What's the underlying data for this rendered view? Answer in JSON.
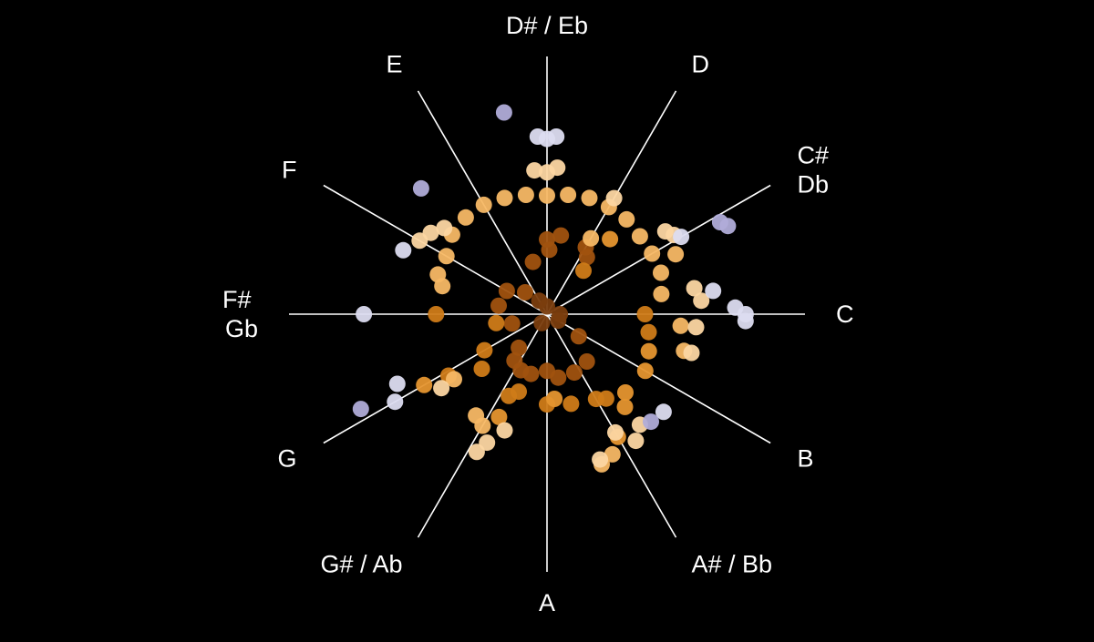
{
  "chart_data": {
    "type": "scatter",
    "polar": true,
    "title": "",
    "axis_labels": [
      {
        "lines": [
          "D# / Eb"
        ]
      },
      {
        "lines": [
          "D"
        ]
      },
      {
        "lines": [
          "C#",
          "Db"
        ]
      },
      {
        "lines": [
          "C"
        ]
      },
      {
        "lines": [
          "B"
        ]
      },
      {
        "lines": [
          "A# / Bb"
        ]
      },
      {
        "lines": [
          "A"
        ]
      },
      {
        "lines": [
          "G# / Ab"
        ]
      },
      {
        "lines": [
          "G"
        ]
      },
      {
        "lines": [
          "F# ",
          "Gb"
        ]
      },
      {
        "lines": [
          "F"
        ]
      },
      {
        "lines": [
          "E"
        ]
      }
    ],
    "axis_angles_deg": [
      0,
      30,
      60,
      90,
      120,
      150,
      180,
      210,
      240,
      270,
      300,
      330
    ],
    "radial_range": [
      0,
      1
    ],
    "grid": false,
    "colors": {
      "background": "#000000",
      "spoke": "#ffffff",
      "label": "#ffffff",
      "shades": [
        "#7a3d0e",
        "#a0520f",
        "#cf7b18",
        "#e5952f",
        "#f7b865",
        "#fcd6a2",
        "#dcdcf0",
        "#b0acd8"
      ]
    },
    "notes": [
      {
        "angle": 0,
        "r": 0.03,
        "shade": 0
      },
      {
        "angle": 90,
        "r": 0.05,
        "shade": 0
      },
      {
        "angle": 210,
        "r": 0.04,
        "shade": 0
      },
      {
        "angle": 330,
        "r": 0.06,
        "shade": 0
      },
      {
        "angle": 120,
        "r": 0.05,
        "shade": 0
      },
      {
        "angle": 0,
        "r": 0.29,
        "shade": 1
      },
      {
        "angle": 2,
        "r": 0.25,
        "shade": 1
      },
      {
        "angle": 10,
        "r": 0.31,
        "shade": 1
      },
      {
        "angle": 345,
        "r": 0.21,
        "shade": 1
      },
      {
        "angle": 315,
        "r": 0.12,
        "shade": 1
      },
      {
        "angle": 300,
        "r": 0.18,
        "shade": 1
      },
      {
        "angle": 280,
        "r": 0.19,
        "shade": 1
      },
      {
        "angle": 255,
        "r": 0.14,
        "shade": 1
      },
      {
        "angle": 220,
        "r": 0.17,
        "shade": 1
      },
      {
        "angle": 215,
        "r": 0.22,
        "shade": 1
      },
      {
        "angle": 205,
        "r": 0.24,
        "shade": 1
      },
      {
        "angle": 195,
        "r": 0.24,
        "shade": 1
      },
      {
        "angle": 180,
        "r": 0.22,
        "shade": 1
      },
      {
        "angle": 170,
        "r": 0.25,
        "shade": 1
      },
      {
        "angle": 155,
        "r": 0.25,
        "shade": 1
      },
      {
        "angle": 140,
        "r": 0.24,
        "shade": 1
      },
      {
        "angle": 30,
        "r": 0.3,
        "shade": 1
      },
      {
        "angle": 35,
        "r": 0.27,
        "shade": 1
      },
      {
        "angle": 125,
        "r": 0.15,
        "shade": 1
      },
      {
        "angle": 240,
        "r": 0.28,
        "shade": 2
      },
      {
        "angle": 238,
        "r": 0.45,
        "shade": 2
      },
      {
        "angle": 270,
        "r": 0.43,
        "shade": 2
      },
      {
        "angle": 205,
        "r": 0.35,
        "shade": 2
      },
      {
        "angle": 200,
        "r": 0.32,
        "shade": 2
      },
      {
        "angle": 165,
        "r": 0.36,
        "shade": 2
      },
      {
        "angle": 150,
        "r": 0.38,
        "shade": 2
      },
      {
        "angle": 145,
        "r": 0.4,
        "shade": 2
      },
      {
        "angle": 90,
        "r": 0.38,
        "shade": 2
      },
      {
        "angle": 100,
        "r": 0.4,
        "shade": 2
      },
      {
        "angle": 180,
        "r": 0.35,
        "shade": 2
      },
      {
        "angle": 230,
        "r": 0.33,
        "shade": 2
      },
      {
        "angle": 260,
        "r": 0.2,
        "shade": 2
      },
      {
        "angle": 40,
        "r": 0.22,
        "shade": 2
      },
      {
        "angle": 110,
        "r": 0.42,
        "shade": 3
      },
      {
        "angle": 120,
        "r": 0.44,
        "shade": 3
      },
      {
        "angle": 135,
        "r": 0.43,
        "shade": 3
      },
      {
        "angle": 140,
        "r": 0.47,
        "shade": 3
      },
      {
        "angle": 150,
        "r": 0.55,
        "shade": 3
      },
      {
        "angle": 175,
        "r": 0.33,
        "shade": 3
      },
      {
        "angle": 205,
        "r": 0.44,
        "shade": 3
      },
      {
        "angle": 240,
        "r": 0.55,
        "shade": 3
      },
      {
        "angle": 40,
        "r": 0.38,
        "shade": 3
      },
      {
        "angle": 300,
        "r": 0.45,
        "shade": 4
      },
      {
        "angle": 310,
        "r": 0.48,
        "shade": 4
      },
      {
        "angle": 320,
        "r": 0.49,
        "shade": 4
      },
      {
        "angle": 330,
        "r": 0.49,
        "shade": 4
      },
      {
        "angle": 340,
        "r": 0.48,
        "shade": 4
      },
      {
        "angle": 350,
        "r": 0.47,
        "shade": 4
      },
      {
        "angle": 0,
        "r": 0.46,
        "shade": 4
      },
      {
        "angle": 10,
        "r": 0.47,
        "shade": 4
      },
      {
        "angle": 20,
        "r": 0.48,
        "shade": 4
      },
      {
        "angle": 30,
        "r": 0.48,
        "shade": 4
      },
      {
        "angle": 40,
        "r": 0.48,
        "shade": 4
      },
      {
        "angle": 50,
        "r": 0.47,
        "shade": 4
      },
      {
        "angle": 60,
        "r": 0.47,
        "shade": 4
      },
      {
        "angle": 70,
        "r": 0.47,
        "shade": 4
      },
      {
        "angle": 80,
        "r": 0.45,
        "shade": 4
      },
      {
        "angle": 95,
        "r": 0.52,
        "shade": 4
      },
      {
        "angle": 105,
        "r": 0.55,
        "shade": 4
      },
      {
        "angle": 155,
        "r": 0.6,
        "shade": 4
      },
      {
        "angle": 160,
        "r": 0.62,
        "shade": 4
      },
      {
        "angle": 210,
        "r": 0.5,
        "shade": 4
      },
      {
        "angle": 215,
        "r": 0.48,
        "shade": 4
      },
      {
        "angle": 235,
        "r": 0.44,
        "shade": 4
      },
      {
        "angle": 290,
        "r": 0.45,
        "shade": 4
      },
      {
        "angle": 285,
        "r": 0.42,
        "shade": 4
      },
      {
        "angle": 65,
        "r": 0.55,
        "shade": 4
      },
      {
        "angle": 30,
        "r": 0.34,
        "shade": 4
      },
      {
        "angle": 0,
        "r": 0.55,
        "shade": 5
      },
      {
        "angle": 4,
        "r": 0.57,
        "shade": 5
      },
      {
        "angle": 355,
        "r": 0.56,
        "shade": 5
      },
      {
        "angle": 30,
        "r": 0.52,
        "shade": 5
      },
      {
        "angle": 55,
        "r": 0.56,
        "shade": 5
      },
      {
        "angle": 58,
        "r": 0.58,
        "shade": 5
      },
      {
        "angle": 80,
        "r": 0.58,
        "shade": 5
      },
      {
        "angle": 85,
        "r": 0.6,
        "shade": 5
      },
      {
        "angle": 95,
        "r": 0.58,
        "shade": 5
      },
      {
        "angle": 105,
        "r": 0.58,
        "shade": 5
      },
      {
        "angle": 140,
        "r": 0.56,
        "shade": 5
      },
      {
        "angle": 145,
        "r": 0.6,
        "shade": 5
      },
      {
        "angle": 150,
        "r": 0.53,
        "shade": 5
      },
      {
        "angle": 160,
        "r": 0.6,
        "shade": 5
      },
      {
        "angle": 200,
        "r": 0.48,
        "shade": 5
      },
      {
        "angle": 205,
        "r": 0.55,
        "shade": 5
      },
      {
        "angle": 207,
        "r": 0.6,
        "shade": 5
      },
      {
        "angle": 235,
        "r": 0.5,
        "shade": 5
      },
      {
        "angle": 300,
        "r": 0.57,
        "shade": 5
      },
      {
        "angle": 305,
        "r": 0.55,
        "shade": 5
      },
      {
        "angle": 310,
        "r": 0.52,
        "shade": 5
      },
      {
        "angle": 0,
        "r": 0.68,
        "shade": 6
      },
      {
        "angle": 3,
        "r": 0.69,
        "shade": 6
      },
      {
        "angle": 357,
        "r": 0.69,
        "shade": 6
      },
      {
        "angle": 60,
        "r": 0.6,
        "shade": 6
      },
      {
        "angle": 82,
        "r": 0.65,
        "shade": 6
      },
      {
        "angle": 88,
        "r": 0.73,
        "shade": 6
      },
      {
        "angle": 90,
        "r": 0.77,
        "shade": 6
      },
      {
        "angle": 92,
        "r": 0.77,
        "shade": 6
      },
      {
        "angle": 270,
        "r": 0.71,
        "shade": 6
      },
      {
        "angle": 294,
        "r": 0.61,
        "shade": 6
      },
      {
        "angle": 130,
        "r": 0.59,
        "shade": 6
      },
      {
        "angle": 245,
        "r": 0.64,
        "shade": 6
      },
      {
        "angle": 240,
        "r": 0.68,
        "shade": 6
      },
      {
        "angle": 348,
        "r": 0.8,
        "shade": 7
      },
      {
        "angle": 315,
        "r": 0.69,
        "shade": 7
      },
      {
        "angle": 62,
        "r": 0.76,
        "shade": 7
      },
      {
        "angle": 64,
        "r": 0.78,
        "shade": 7
      },
      {
        "angle": 243,
        "r": 0.81,
        "shade": 7
      },
      {
        "angle": 136,
        "r": 0.58,
        "shade": 7
      }
    ]
  }
}
